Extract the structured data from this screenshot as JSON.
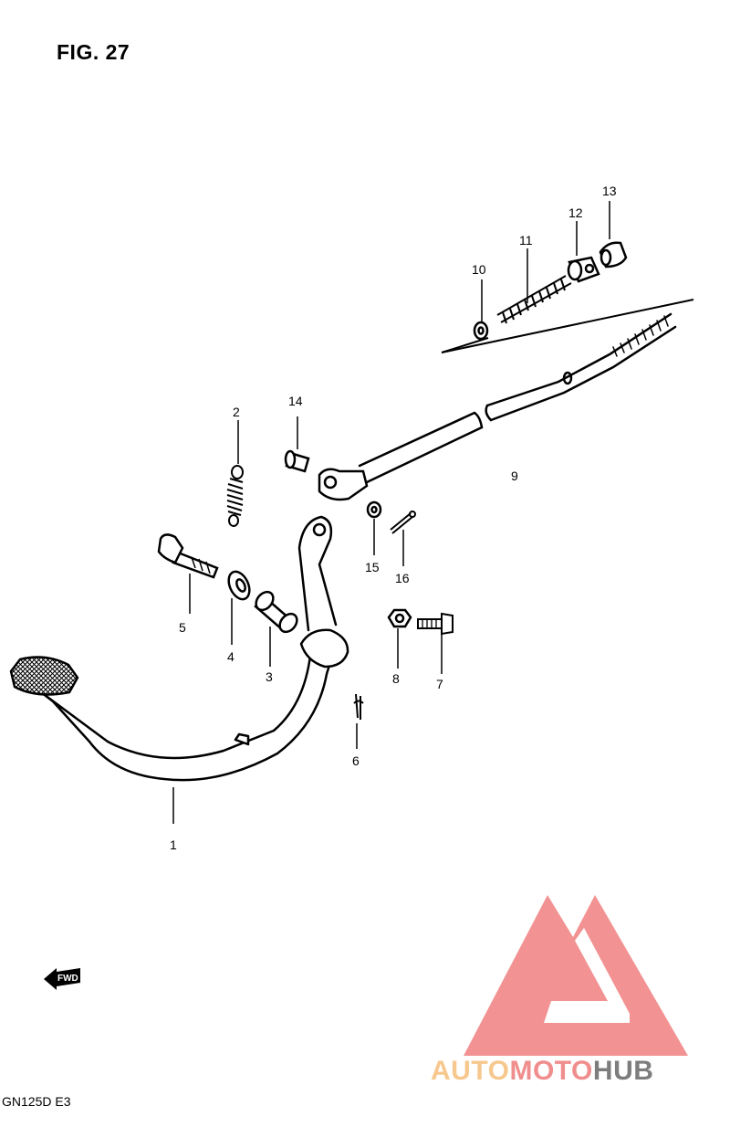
{
  "figure": {
    "title": "FIG. 27",
    "model_code": "GN125D  E3",
    "fwd_label": "FWD"
  },
  "callouts": [
    {
      "id": "1",
      "label": "1"
    },
    {
      "id": "2",
      "label": "2"
    },
    {
      "id": "3",
      "label": "3"
    },
    {
      "id": "4",
      "label": "4"
    },
    {
      "id": "5",
      "label": "5"
    },
    {
      "id": "6",
      "label": "6"
    },
    {
      "id": "7",
      "label": "7"
    },
    {
      "id": "8",
      "label": "8"
    },
    {
      "id": "9",
      "label": "9"
    },
    {
      "id": "10",
      "label": "10"
    },
    {
      "id": "11",
      "label": "11"
    },
    {
      "id": "12",
      "label": "12"
    },
    {
      "id": "13",
      "label": "13"
    },
    {
      "id": "14",
      "label": "14"
    },
    {
      "id": "15",
      "label": "15"
    },
    {
      "id": "16",
      "label": "16"
    }
  ],
  "watermark": {
    "part1": "AUTO",
    "part2": "MOTO",
    "part3": "HUB",
    "color_light": "#f7c88e",
    "color_mid": "#f08d8d",
    "color_dark": "#7d7d7d",
    "logo_color": "#f07f7f"
  }
}
